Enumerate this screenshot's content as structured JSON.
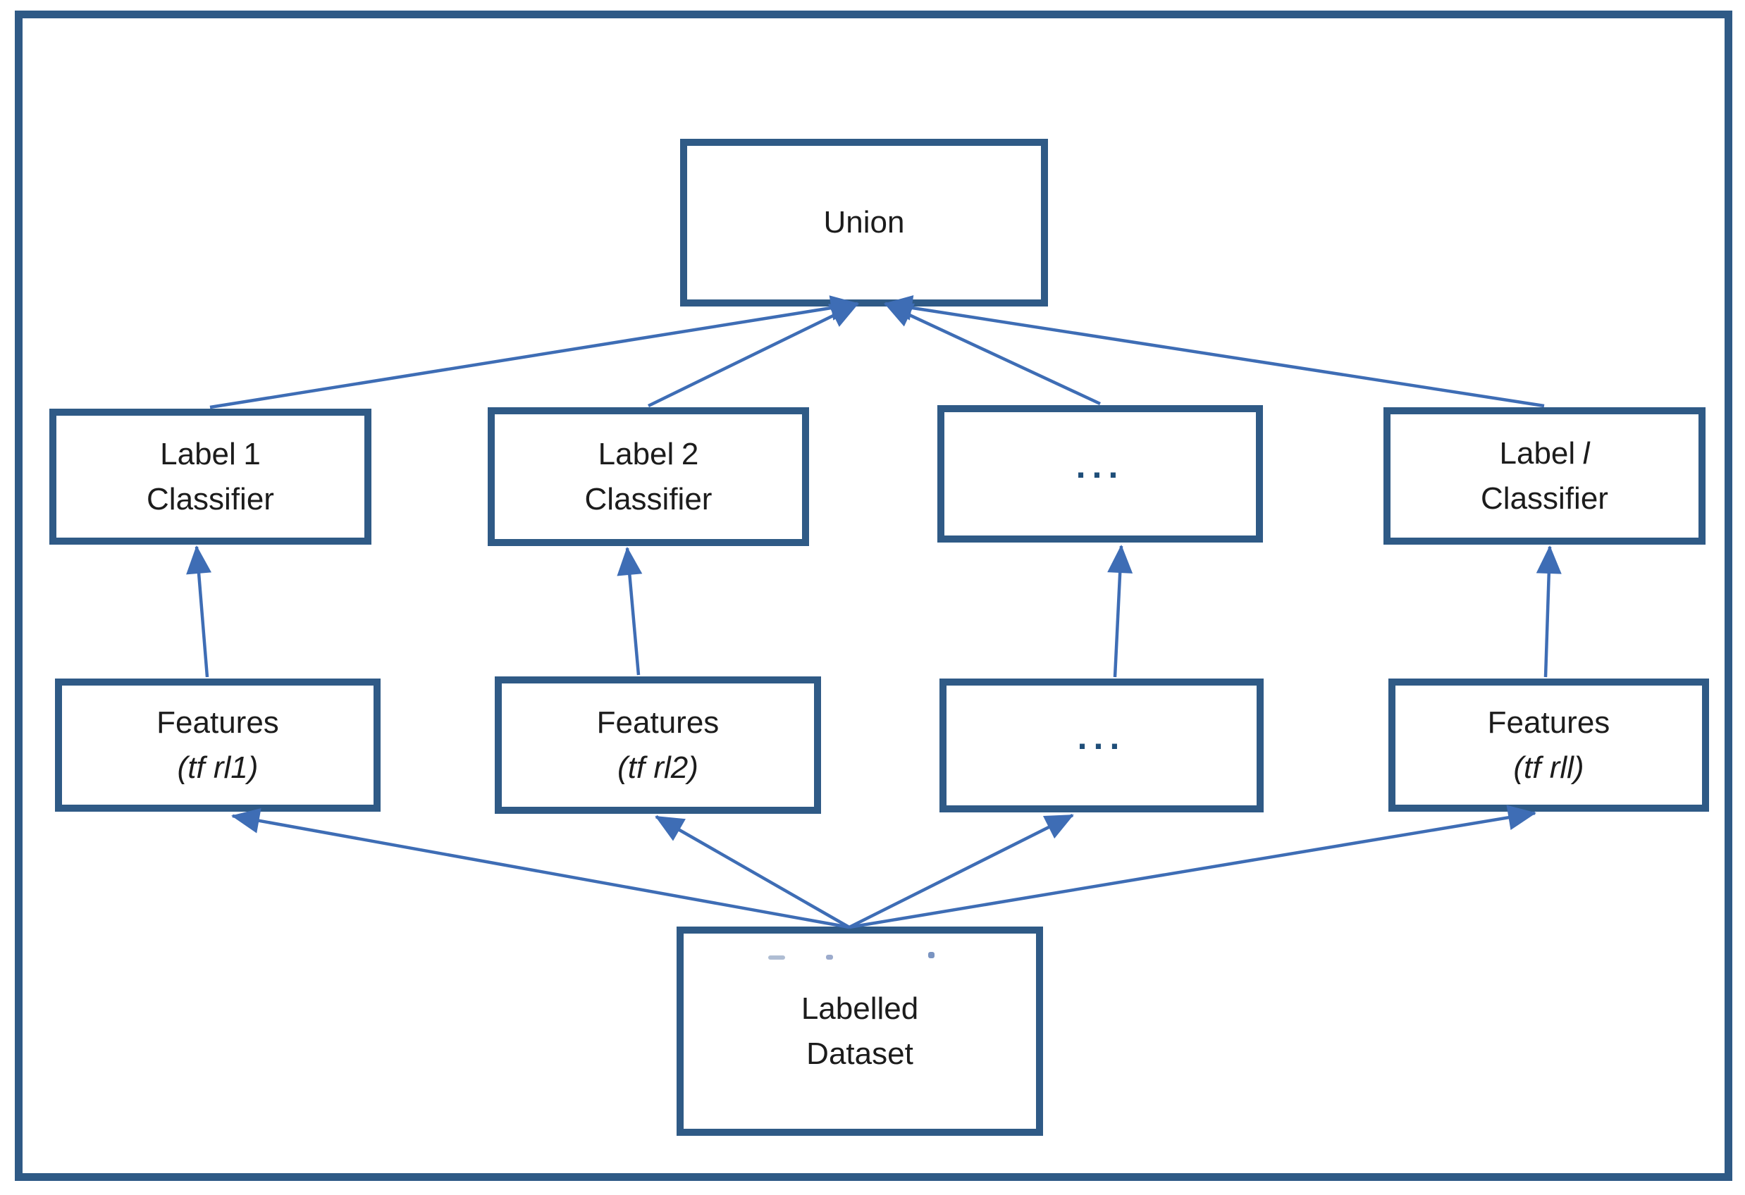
{
  "colors": {
    "frame_border": "#2f5a86",
    "box_border": "#2f5a86",
    "arrow": "#3e6db5",
    "ellipsis": "#1f4e79",
    "text": "#1c1c1c",
    "background": "#ffffff"
  },
  "nodes": {
    "union": {
      "label": "Union"
    },
    "classifiers": [
      {
        "title_prefix": "Label",
        "title_suffix": "1",
        "subtitle": "Classifier"
      },
      {
        "title_prefix": "Label",
        "title_suffix": "2",
        "subtitle": "Classifier"
      },
      {
        "ellipsis": "..."
      },
      {
        "title_prefix": "Label",
        "title_suffix": "l",
        "subtitle": "Classifier"
      }
    ],
    "features": [
      {
        "title": "Features",
        "subtitle": "(tf rl1)"
      },
      {
        "title": "Features",
        "subtitle": "(tf rl2)"
      },
      {
        "ellipsis": "..."
      },
      {
        "title": "Features",
        "subtitle": "(tf rll)"
      }
    ],
    "dataset": {
      "line1": "Labelled",
      "line2": "Dataset"
    }
  },
  "edges": [
    {
      "from": "labelled-dataset",
      "to": "features-1"
    },
    {
      "from": "labelled-dataset",
      "to": "features-2"
    },
    {
      "from": "labelled-dataset",
      "to": "features-ellipsis"
    },
    {
      "from": "labelled-dataset",
      "to": "features-l"
    },
    {
      "from": "features-1",
      "to": "classifier-1"
    },
    {
      "from": "features-2",
      "to": "classifier-2"
    },
    {
      "from": "features-ellipsis",
      "to": "classifier-ellipsis"
    },
    {
      "from": "features-l",
      "to": "classifier-l"
    },
    {
      "from": "classifier-1",
      "to": "union"
    },
    {
      "from": "classifier-2",
      "to": "union"
    },
    {
      "from": "classifier-ellipsis",
      "to": "union"
    },
    {
      "from": "classifier-l",
      "to": "union"
    }
  ]
}
